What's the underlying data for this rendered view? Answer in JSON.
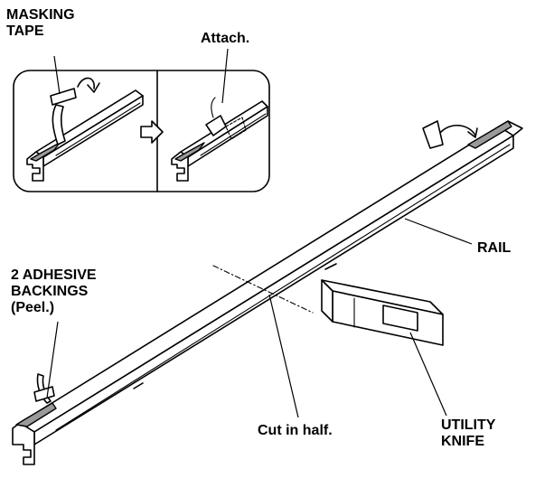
{
  "labels": {
    "masking_tape": [
      "MASKING",
      "TAPE"
    ],
    "attach": "Attach.",
    "rail": "RAIL",
    "adhesive": [
      "2 ADHESIVE",
      "BACKINGS",
      "(Peel.)"
    ],
    "cut": "Cut in half.",
    "knife": [
      "UTILITY",
      "KNIFE"
    ]
  },
  "icons": [
    "curved-arrow-icon",
    "right-arrow-icon",
    "utility-knife-icon"
  ],
  "colors": {
    "ink": "#000000",
    "adhesive_backing": "#9a9a9a",
    "background": "#ffffff"
  }
}
